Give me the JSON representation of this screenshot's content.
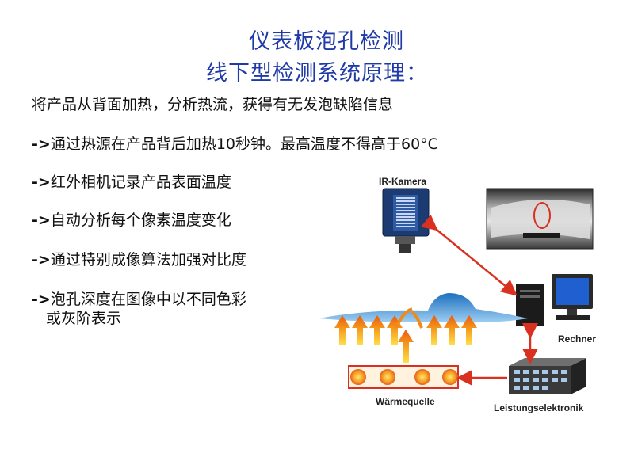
{
  "title": {
    "line1": "仪表板泡孔检测",
    "line2": "线下型检测系统原理："
  },
  "body": {
    "intro": "将产品从背面加热，分析热流，获得有无发泡缺陷信息",
    "bullets": [
      {
        "prefix": "->",
        "text": "通过热源在产品背后加热10秒钟。最高温度不得高于60°C"
      },
      {
        "prefix": "->",
        "text": "红外相机记录产品表面温度"
      },
      {
        "prefix": "->",
        "text": "自动分析每个像素温度变化"
      },
      {
        "prefix": "->",
        "text": "通过特别成像算法加强对比度"
      },
      {
        "prefix": "->",
        "text": "泡孔深度在图像中以不同色彩"
      }
    ],
    "bullet5_cont": "或灰阶表示"
  },
  "diagram": {
    "labels": {
      "camera": "IR-Kamera",
      "computer": "Rechner",
      "heater": "Wärmequelle",
      "power": "Leistungselektronik"
    },
    "colors": {
      "title": "#1f3aa6",
      "arrow_red": "#d9301f",
      "heat_orange": "#f08a1a",
      "part_blue": "#3f8ed0"
    }
  }
}
